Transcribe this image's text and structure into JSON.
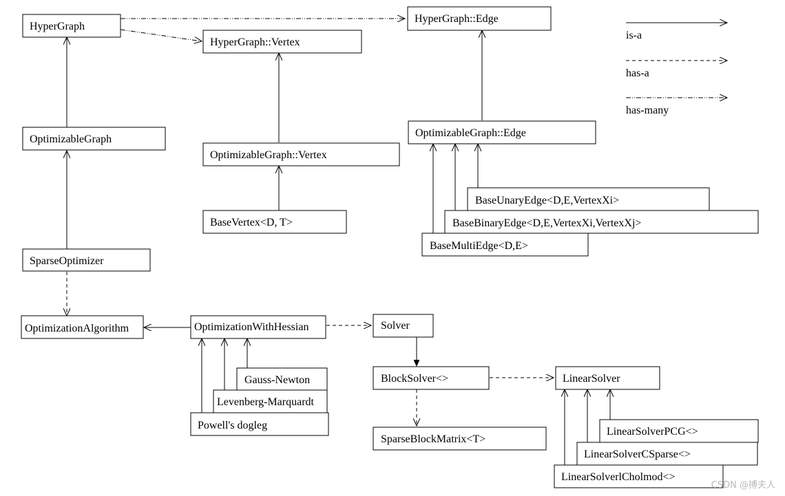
{
  "nodes": {
    "hypergraph": "HyperGraph",
    "hg_vertex": "HyperGraph::Vertex",
    "hg_edge": "HyperGraph::Edge",
    "opt_graph": "OptimizableGraph",
    "og_vertex": "OptimizableGraph::Vertex",
    "og_edge": "OptimizableGraph::Edge",
    "base_vertex": "BaseVertex<D, T>",
    "base_unary": "BaseUnaryEdge<D,E,VertexXi>",
    "base_binary": "BaseBinaryEdge<D,E,VertexXi,VertexXj>",
    "base_multi": "BaseMultiEdge<D,E>",
    "sparse_opt": "SparseOptimizer",
    "opt_algo": "OptimizationAlgorithm",
    "opt_hessian": "OptimizationWithHessian",
    "solver": "Solver",
    "gauss_newton": "Gauss-Newton",
    "levenberg": "Levenberg-Marquardt",
    "powell": "Powell's dogleg",
    "block_solver": "BlockSolver<>",
    "linear_solver": "LinearSolver",
    "sparse_block": "SparseBlockMatrix<T>",
    "ls_pcg": "LinearSolverPCG<>",
    "ls_csparse": "LinearSolverCSparse<>",
    "ls_cholmod": "LinearSolverlCholmod<>"
  },
  "legend": {
    "is_a": "is-a",
    "has_a": "has-a",
    "has_many": "has-many"
  },
  "watermark": "CSDN @搏夫人"
}
